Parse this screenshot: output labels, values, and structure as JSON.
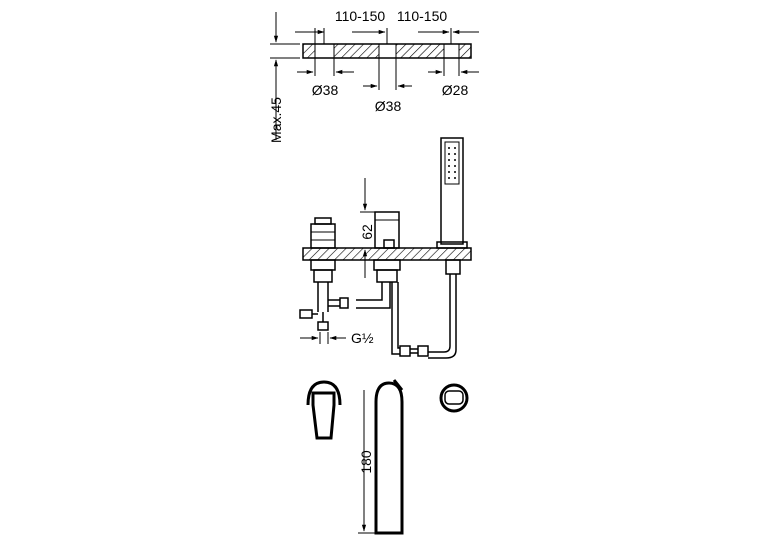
{
  "top_dims": {
    "spacing_left": "110-150",
    "spacing_right": "110-150",
    "hole_left": "Ø38",
    "hole_center": "Ø38",
    "hole_right": "Ø28",
    "deck_max": "Max.45"
  },
  "side_dims": {
    "spout_height": "62",
    "thread": "G½",
    "spout_reach": "180"
  }
}
